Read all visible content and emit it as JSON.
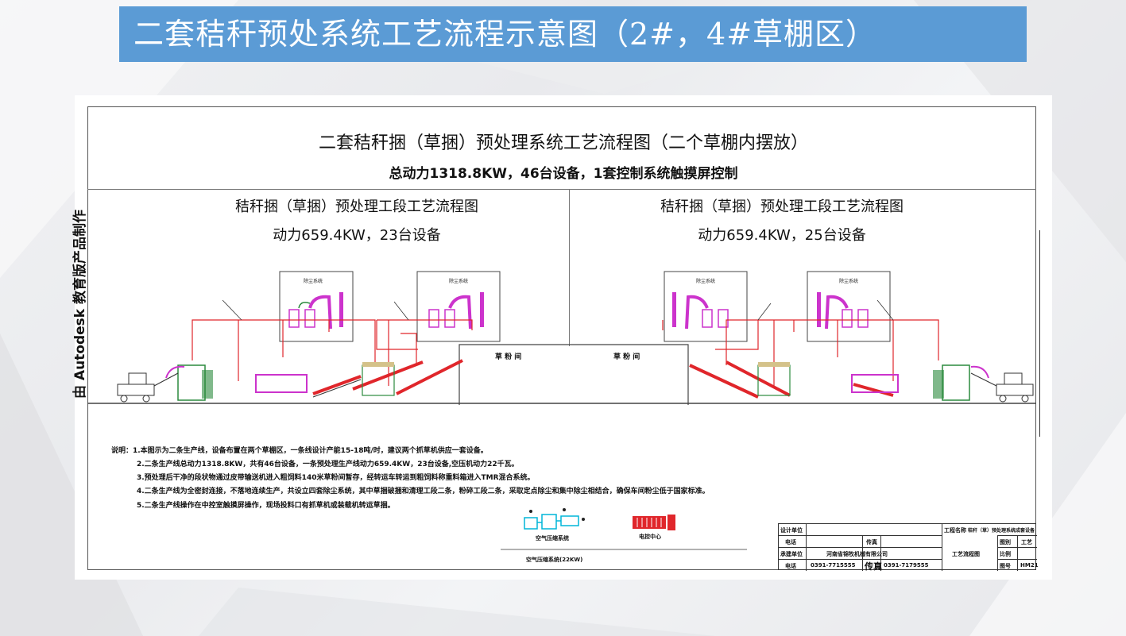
{
  "slide": {
    "title": "二套秸秆预处系统工艺流程示意图（2#，4#草棚区）"
  },
  "drawing": {
    "main_title": "二套秸秆捆（草捆）预处理系统工艺流程图（二个草棚内摆放）",
    "subtitle": "总动力1318.8KW，46台设备，1套控制系统触摸屏控制",
    "left_section": {
      "title": "秸秆捆（草捆）预处理工段工艺流程图",
      "power": "动力659.4KW，23台设备",
      "room_label": "草 粉 间"
    },
    "right_section": {
      "title": "秸秆捆（草捆）预处理工段工艺流程图",
      "power": "动力659.4KW，25台设备",
      "room_label": "草 粉 间"
    },
    "watermark": "由 Autodesk 教育版产品制作",
    "notes": [
      "说明：1.本图示为二条生产线，设备布置在两个草棚区，一条线设计产能15-18吨/时，建议两个抓草机供应一套设备。",
      "2.二条生产线总动力1318.8KW，共有46台设备，一条预处理生产线动力659.4KW，23台设备,空压机动力22千瓦。",
      "3.预处理后干净的段状物通过皮带输送机进入粗饲料140米草粉间暂存，经转运车转运到粗饲料称重料箱进入TMR混合系统。",
      "4.二条生产线为全密封连接，不落地连续生产，共设立四套除尘系统，其中草捆破捆和清理工段二条，粉碎工段二条，采取定点除尘和集中除尘相结合，确保车间粉尘低于国家标准。",
      "5.二条生产线操作在中控室触摸屏操作，现场投料口有抓草机或装载机转运草捆。"
    ],
    "air_compressor_label": "空气压缩系统",
    "control_center_label": "电控中心",
    "air_compressor_caption": "空气压缩系统(22KW)",
    "title_block": {
      "design_unit_label": "设计单位",
      "phone_label": "电话",
      "fax_label": "传真",
      "supplier_label": "承建单位",
      "supplier_name": "河南省锦牧机械有限公司",
      "phone_label_2": "电话",
      "phone_value": "0391-7715555",
      "fax_label_2": "传真",
      "fax_value": "0391-7179555",
      "project_label": "工程名称",
      "project_name": "秸秆（草）预处理系统成套设备",
      "drawing_name": "工艺流程图",
      "category_label": "图别",
      "category_value": "工艺",
      "scale_label": "比例",
      "number_label": "图号",
      "number_value": "HM21"
    },
    "dust_label": "除尘系统",
    "colors": {
      "banner": "#5b9bd5",
      "pipe_red": "#e0262b",
      "dust_magenta": "#cc33cc",
      "equipment_green": "#2b8a3e",
      "compressor_cyan": "#00b5d8"
    }
  }
}
